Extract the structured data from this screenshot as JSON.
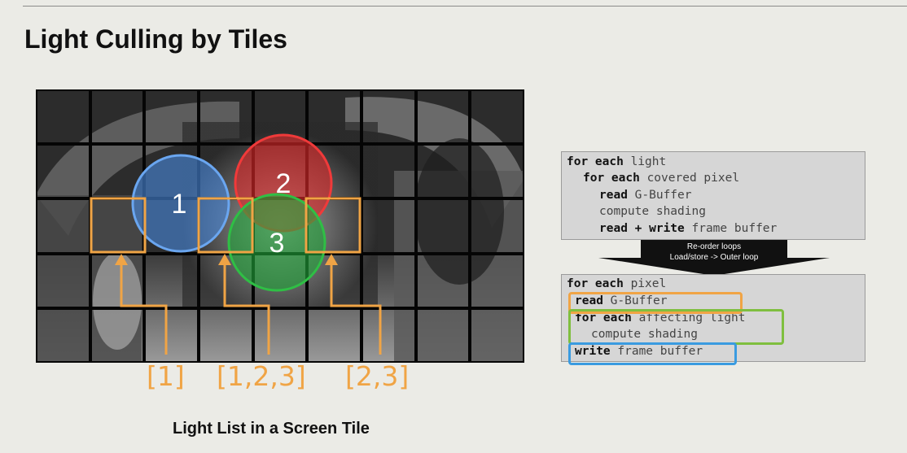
{
  "slide": {
    "title": "Light Culling by Tiles",
    "caption": "Light List in a Screen Tile"
  },
  "lights": [
    {
      "label": "1",
      "color": "#4a8be0"
    },
    {
      "label": "2",
      "color": "#e02a2a"
    },
    {
      "label": "3",
      "color": "#22a53a"
    }
  ],
  "tile_lists": [
    "[1]",
    "[1,2,3]",
    "[2,3]"
  ],
  "code_before": {
    "lines": [
      {
        "kw": "for each",
        "text": " light"
      },
      {
        "kw": "for each",
        "text": " covered pixel"
      },
      {
        "kw": "read",
        "text": " G-Buffer"
      },
      {
        "kw": "",
        "text": "compute shading"
      },
      {
        "kw": "read + write",
        "text": " frame buffer"
      }
    ]
  },
  "transform": {
    "line1": "Re-order loops",
    "line2": "Load/store -> Outer loop"
  },
  "code_after": {
    "lines": [
      {
        "kw": "for each",
        "text": " pixel"
      },
      {
        "kw": "read",
        "text": " G-Buffer"
      },
      {
        "kw": "for each",
        "text": " affecting light"
      },
      {
        "kw": "",
        "text": "compute shading"
      },
      {
        "kw": "write",
        "text": " frame buffer"
      }
    ]
  },
  "colors": {
    "tile_highlight": "#f0a445",
    "read_box": "#f0a445",
    "loop_box": "#7fbf3f",
    "write_box": "#3a9be0"
  }
}
